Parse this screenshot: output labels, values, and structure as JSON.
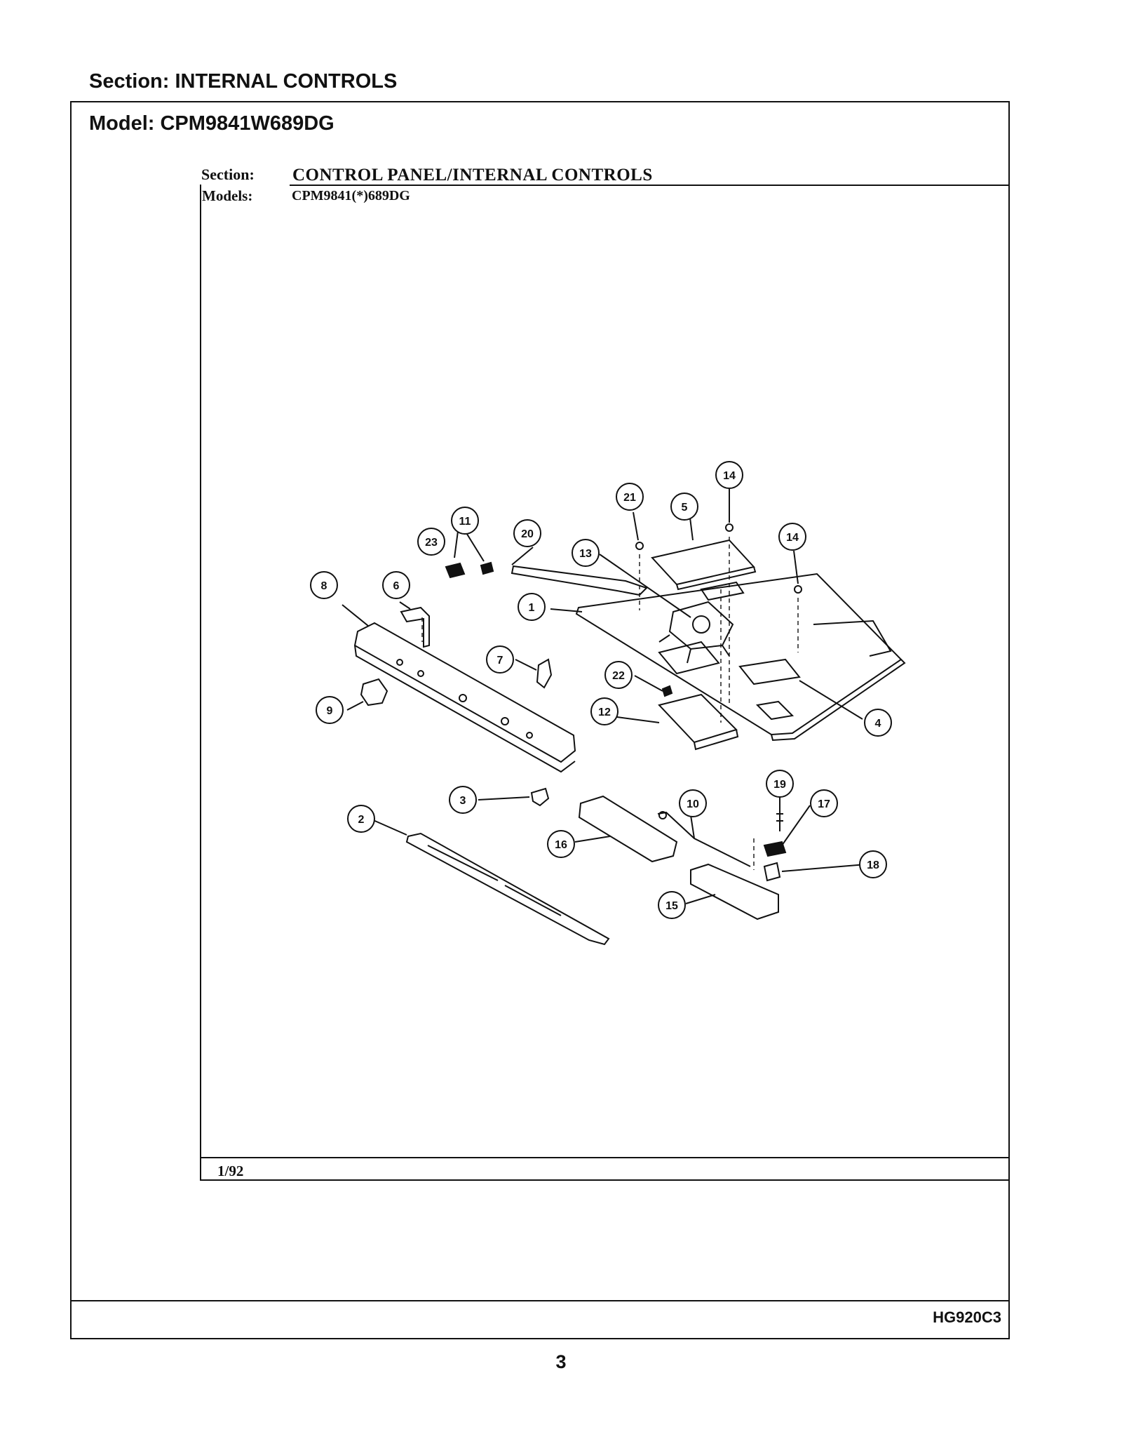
{
  "header": {
    "section": "Section:  INTERNAL CONTROLS",
    "model": "Model:  CPM9841W689DG"
  },
  "inner_page": {
    "section_label": "Section:",
    "section_value": "CONTROL PANEL/INTERNAL CONTROLS",
    "models_label": "Models:",
    "models_value": "CPM9841(*)689DG",
    "date": "1/92"
  },
  "diagram": {
    "callouts": [
      "1",
      "2",
      "3",
      "4",
      "5",
      "6",
      "7",
      "8",
      "9",
      "10",
      "11",
      "12",
      "13",
      "14",
      "14",
      "15",
      "16",
      "17",
      "18",
      "19",
      "20",
      "21",
      "22",
      "23"
    ]
  },
  "footer": {
    "doc_code": "HG920C3",
    "page_number": "3"
  }
}
